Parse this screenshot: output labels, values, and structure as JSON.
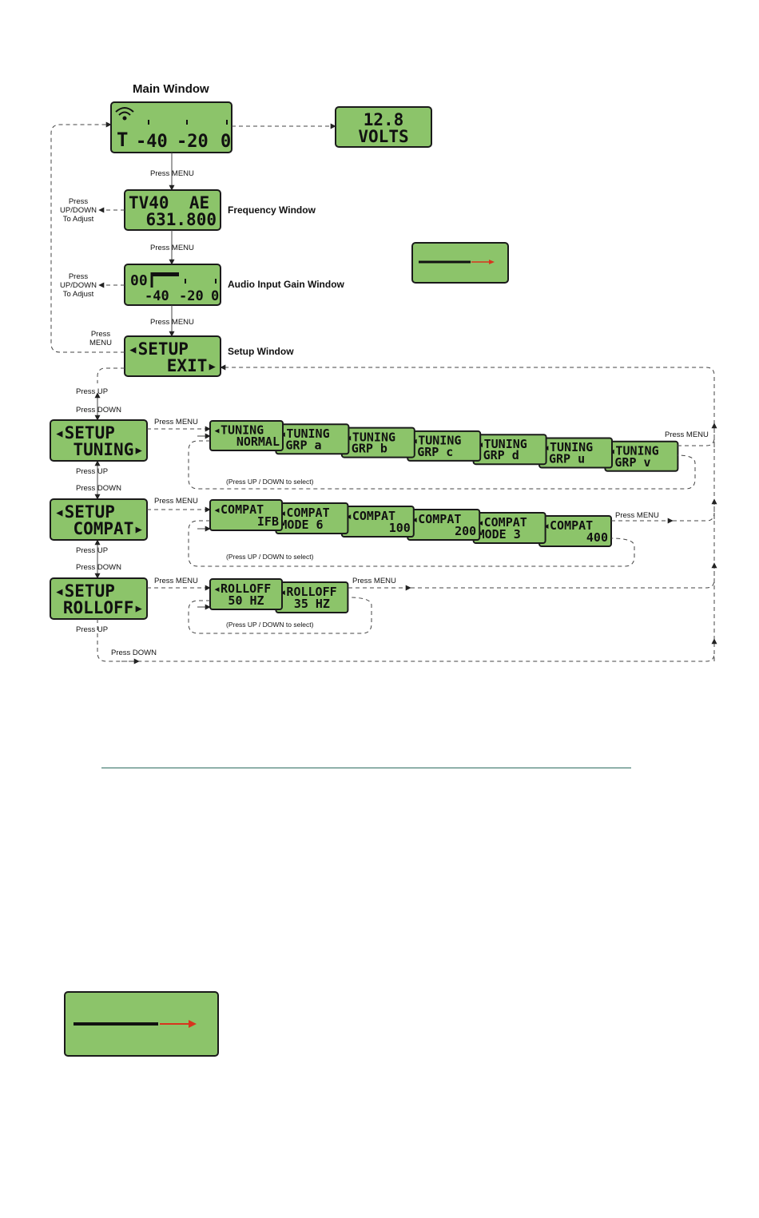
{
  "colors": {
    "lcd": "#8cc46a",
    "border": "#1a1a1a",
    "line": "#444444",
    "rule": "#2e6b60",
    "accent": "#d8341e"
  },
  "titles": {
    "main": "Main Window",
    "frequency": "Frequency Window",
    "gain": "Audio Input Gain Window",
    "setup": "Setup Window"
  },
  "screens": {
    "main_ticks": [
      "-40",
      "-20",
      "0"
    ],
    "volts": [
      "12.8",
      "VOLTS"
    ],
    "frequency": [
      "TV40  AE",
      "631.800"
    ],
    "gain_prefix": "00",
    "gain_ticks": [
      "-40",
      "-20",
      "0"
    ],
    "setup_exit": [
      "◂SETUP",
      "EXIT▸"
    ],
    "setup_tuning": [
      "◂SETUP",
      "TUNING▸"
    ],
    "setup_compat": [
      "◂SETUP",
      "COMPAT▸"
    ],
    "setup_rolloff": [
      "◂SETUP",
      "ROLLOFF▸"
    ],
    "tuning_options": [
      [
        "◂TUNING",
        "NORMAL"
      ],
      [
        "◂TUNING",
        "GRP a"
      ],
      [
        "◂TUNING",
        "GRP b"
      ],
      [
        "◂TUNING",
        "GRP c"
      ],
      [
        "◂TUNING",
        "GRP d"
      ],
      [
        "◂TUNING",
        "GRP u"
      ],
      [
        "◂TUNING",
        "GRP v"
      ]
    ],
    "compat_options": [
      [
        "◂COMPAT",
        "IFB"
      ],
      [
        "◂COMPAT",
        "MODE 6"
      ],
      [
        "◂COMPAT",
        "100"
      ],
      [
        "◂COMPAT",
        "200"
      ],
      [
        "◂COMPAT",
        "MODE 3"
      ],
      [
        "◂COMPAT",
        "400"
      ]
    ],
    "rolloff_options": [
      [
        "◂ROLLOFF",
        "50 HZ"
      ],
      [
        "◂ROLLOFF",
        "35 HZ"
      ]
    ]
  },
  "labels": {
    "press_menu": "Press MENU",
    "press": "Press",
    "menu": "MENU",
    "press_up": "Press UP",
    "press_down": "Press DOWN",
    "adjust": [
      "Press",
      "UP/DOWN",
      "To Adjust"
    ],
    "select_hint": "(Press UP / DOWN to select)"
  }
}
